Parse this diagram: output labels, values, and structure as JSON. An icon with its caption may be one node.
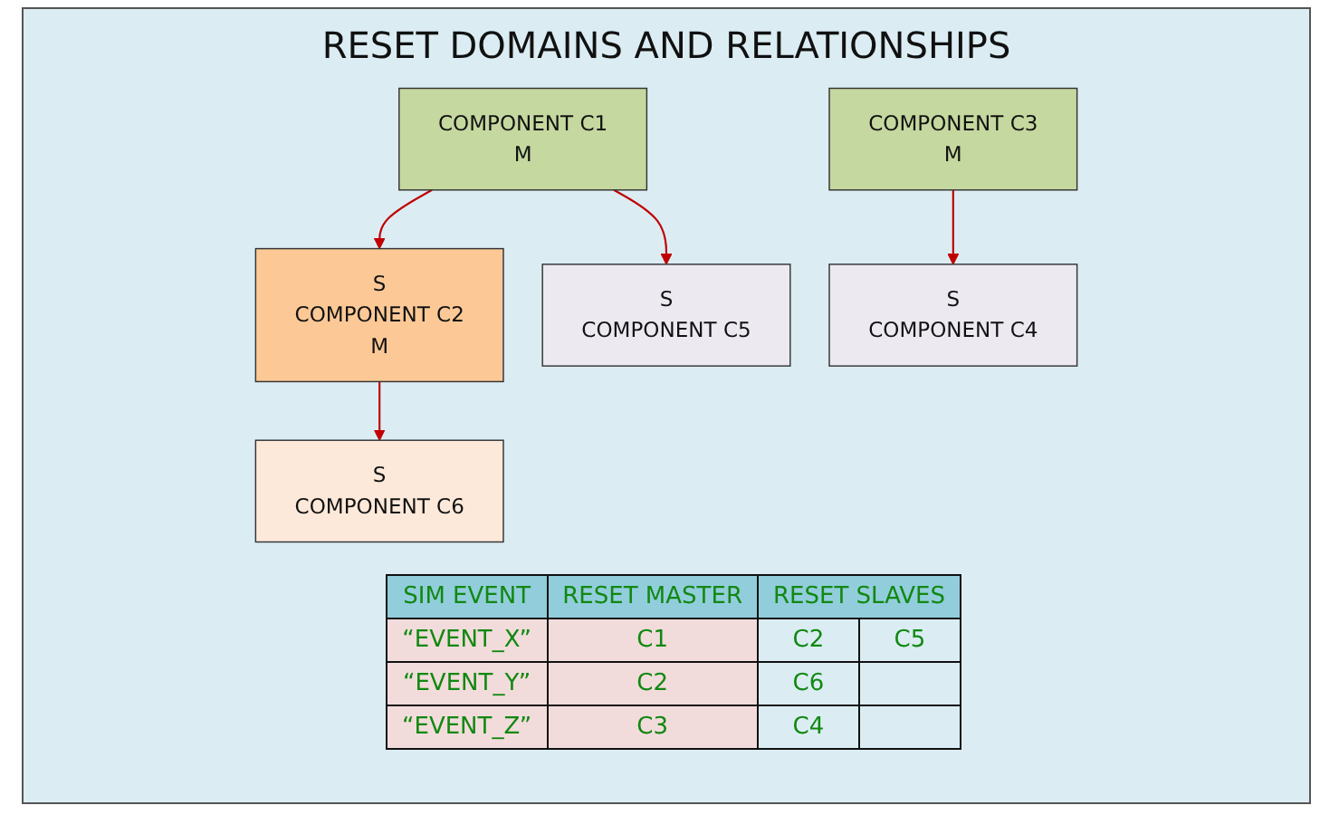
{
  "diagram": {
    "title": "RESET DOMAINS AND RELATIONSHIPS",
    "nodes": [
      {
        "text": [
          "COMPONENT C1",
          "M"
        ]
      },
      {
        "text": [
          "COMPONENT C3",
          "M"
        ]
      },
      {
        "text": [
          "S",
          "COMPONENT C2",
          "M"
        ]
      },
      {
        "text": [
          "S",
          "COMPONENT C5"
        ]
      },
      {
        "text": [
          "S",
          "COMPONENT C4"
        ]
      },
      {
        "text": [
          "S",
          "COMPONENT C6"
        ]
      }
    ],
    "edges": [
      {
        "from": 0,
        "to": 2,
        "arrow": "to"
      },
      {
        "from": 0,
        "to": 3,
        "arrow": "to"
      },
      {
        "from": 1,
        "to": 4,
        "arrow": "to"
      },
      {
        "from": 2,
        "to": 5,
        "arrow": "to"
      }
    ],
    "labels": [
      "SIM EVENT",
      "RESET MASTER",
      "RESET SLAVES",
      "“EVENT_X”",
      "C1",
      "C2",
      "C5",
      "“EVENT_Y”",
      "C2",
      "C6",
      "“EVENT_Z”",
      "C3",
      "C4"
    ]
  }
}
